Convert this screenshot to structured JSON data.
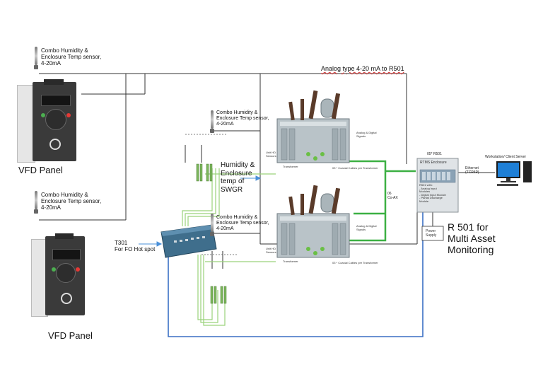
{
  "labels": {
    "sensor_top_left": "Combo Humidity &\nEnclosure Temp sensor,\n4-20mA",
    "sensor_mid_left": "Combo Humidity &\nEnclosure Temp sensor,\n4-20mA",
    "sensor_center_top": "Combo Humidity &\nEnclosure Temp sensor,\n4-20mA",
    "sensor_center_bottom": "Combo Humidity &\nEnclosure Temp sensor,\n4-20mA",
    "vfd_panel_top": "VFD Panel",
    "vfd_panel_bottom": "VFD Panel",
    "analog_line": "Analog type 4-20 mA to R501",
    "swgr_block": "Humidity &\nEnclosure\ntemp of\nSWGR",
    "t301": "T301\nFor FO Hot spot",
    "r501": "R 501 for\nMulti Asset\nMonitoring",
    "ethernet": "Ethernet\n(TCP/IP)",
    "workstation": "Workstation/ Client Server",
    "rtms_title": "RTMS Enclosure",
    "rtms_header": "05* R501",
    "rtms_list": "R501 with:\n- Analog Input\n  Modules\n- Digital Input Module\n- Partial Discharge\n  Module",
    "power_supply": "Power\nSupply",
    "coax_count": "06\nCo-AX",
    "transformer": "Transformer",
    "transformer_2": "Transformer",
    "unit_hd_1": "Unit HD\nSensors",
    "unit_hd_2": "Unit HD\nSensors",
    "signals_1": "Analog & Digital\nSignals",
    "signals_2": "Analog & Digital\nSignals",
    "coax_cables_1": "03 * Coaxial Cables per Transformer",
    "coax_cables_2": "03 * Coaxial Cables per Transformer"
  },
  "colors": {
    "wire_black": "#333333",
    "wire_green": "#3cb043",
    "wire_blue": "#3a6fc4",
    "wire_lightgreen": "#9ad27a",
    "arrow_blue": "#4a90d9"
  }
}
